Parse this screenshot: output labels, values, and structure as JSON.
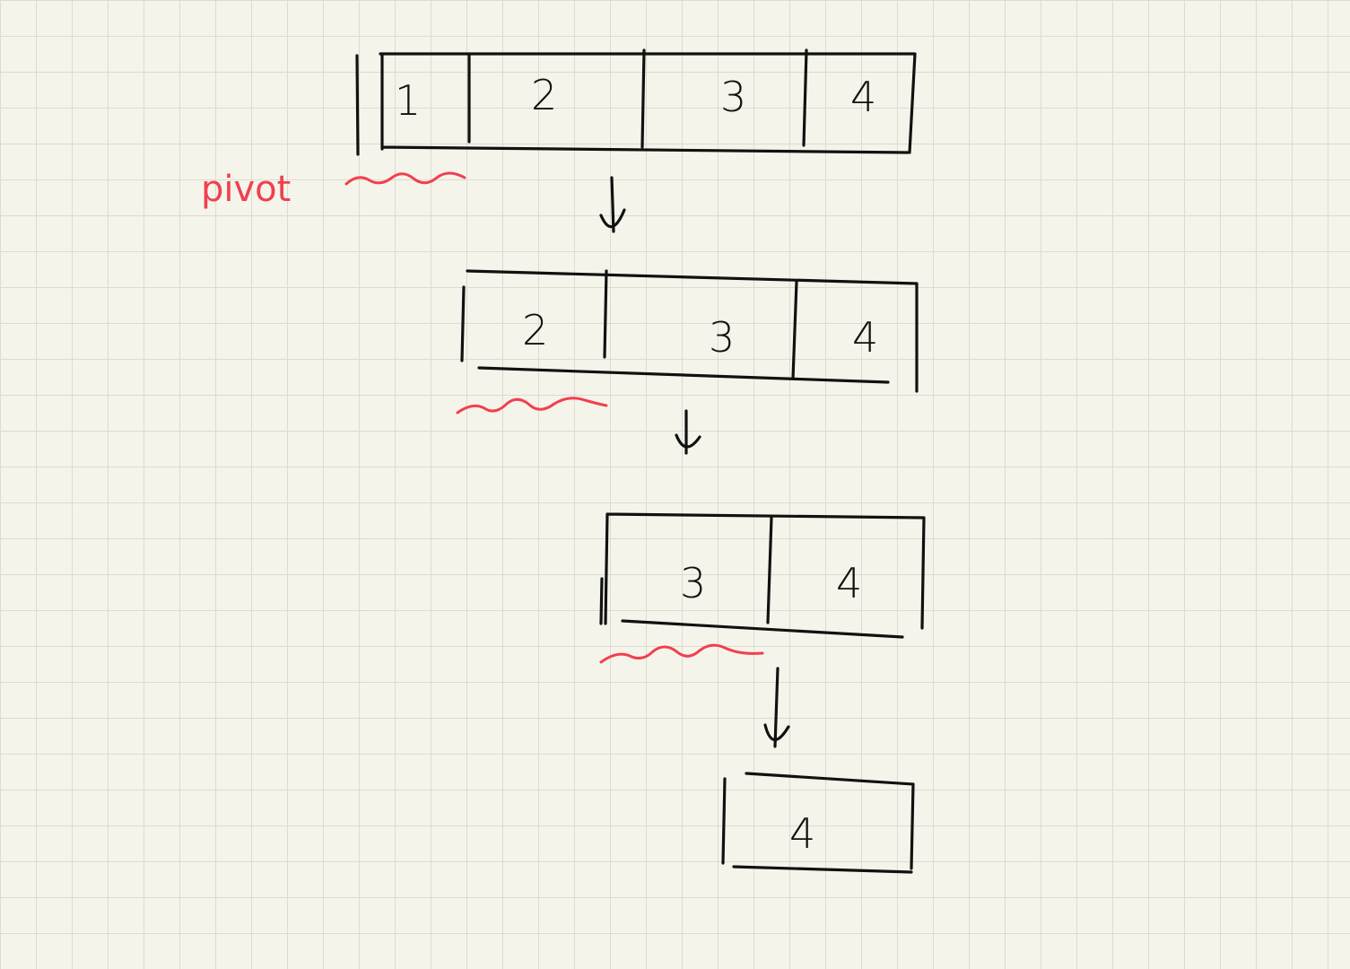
{
  "pivot_label": "pivot",
  "rows": [
    {
      "cells": [
        "1",
        "2",
        "3",
        "4"
      ]
    },
    {
      "cells": [
        "2",
        "3",
        "4"
      ]
    },
    {
      "cells": [
        "3",
        "4"
      ]
    },
    {
      "cells": [
        "4"
      ]
    }
  ],
  "colors": {
    "ink": "#111111",
    "pivot_mark": "#f0404e",
    "paper": "#f5f4ea",
    "grid": "#dcdbd1"
  }
}
